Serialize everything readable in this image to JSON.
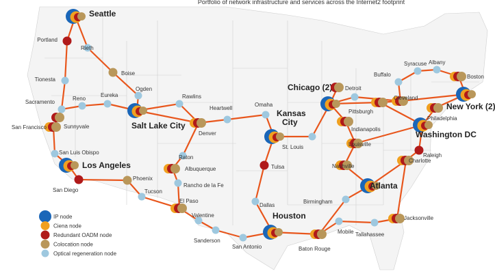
{
  "title": "Portfolio of network infrastructure and services across the Internet2 footprint",
  "colors": {
    "route": "#e8561c",
    "ip": "#1a66b8",
    "ciena": "#f0a020",
    "oadm": "#b01a1a",
    "colo": "#b9975a",
    "regen": "#9ec8df"
  },
  "legend": [
    {
      "type": "ip",
      "label": "IP node"
    },
    {
      "type": "ciena",
      "label": "Ciena node"
    },
    {
      "type": "oadm",
      "label": "Redundant OADM node"
    },
    {
      "type": "colo",
      "label": "Colocation node"
    },
    {
      "type": "regen",
      "label": "Optical regeneration node"
    }
  ],
  "cities": [
    {
      "id": "seattle",
      "name": "Seattle",
      "big": true,
      "types": [
        "ip",
        "ciena",
        "oadm",
        "colo"
      ]
    },
    {
      "id": "portland",
      "name": "Portland",
      "types": [
        "oadm"
      ]
    },
    {
      "id": "rieth",
      "name": "Rieth",
      "types": [
        "regen"
      ]
    },
    {
      "id": "boise",
      "name": "Boise",
      "types": [
        "colo"
      ]
    },
    {
      "id": "tionesta",
      "name": "Tionesta",
      "types": [
        "regen"
      ]
    },
    {
      "id": "reno",
      "name": "Reno",
      "types": [
        "regen"
      ]
    },
    {
      "id": "eureka",
      "name": "Eureka",
      "types": [
        "regen"
      ]
    },
    {
      "id": "ogden",
      "name": "Ogden",
      "types": [
        "regen"
      ]
    },
    {
      "id": "sacramento",
      "name": "Sacramento",
      "types": [
        "regen"
      ]
    },
    {
      "id": "sanfrancisco",
      "name": "San Francisco",
      "types": [
        "ciena",
        "oadm",
        "colo"
      ]
    },
    {
      "id": "sunnyvale",
      "name": "Sunnyvale",
      "types": [
        "oadm",
        "colo"
      ]
    },
    {
      "id": "saltlake",
      "name": "Salt Lake City",
      "big": true,
      "types": [
        "ip",
        "ciena",
        "oadm",
        "colo"
      ]
    },
    {
      "id": "rawlins",
      "name": "Rawlins",
      "types": [
        "regen"
      ]
    },
    {
      "id": "heartwell",
      "name": "Heartwell",
      "types": [
        "regen"
      ]
    },
    {
      "id": "omaha",
      "name": "Omaha",
      "types": [
        "regen"
      ]
    },
    {
      "id": "denver",
      "name": "Denver",
      "types": [
        "ciena",
        "oadm",
        "colo"
      ]
    },
    {
      "id": "kansascity",
      "name": "Kansas City",
      "big": true,
      "types": [
        "ip",
        "ciena",
        "oadm",
        "colo"
      ]
    },
    {
      "id": "sanluisobispo",
      "name": "San Luis Obispo",
      "types": [
        "regen"
      ]
    },
    {
      "id": "losangeles",
      "name": "Los Angeles",
      "big": true,
      "types": [
        "ip",
        "ciena",
        "oadm",
        "colo"
      ]
    },
    {
      "id": "sandiego",
      "name": "San Diego",
      "types": [
        "oadm"
      ]
    },
    {
      "id": "phoenix",
      "name": "Phoenix",
      "types": [
        "colo"
      ]
    },
    {
      "id": "tucson",
      "name": "Tucson",
      "types": [
        "regen"
      ]
    },
    {
      "id": "raton",
      "name": "Raton",
      "types": [
        "regen"
      ]
    },
    {
      "id": "albuquerque",
      "name": "Albuquerque",
      "types": [
        "ciena",
        "oadm",
        "colo"
      ]
    },
    {
      "id": "ranchodelafe",
      "name": "Rancho de la Fe",
      "types": [
        "regen"
      ]
    },
    {
      "id": "elpaso",
      "name": "El Paso",
      "types": [
        "ciena",
        "oadm",
        "colo"
      ]
    },
    {
      "id": "valentine",
      "name": "Valentine",
      "types": [
        "regen"
      ]
    },
    {
      "id": "sanderson",
      "name": "Sanderson",
      "types": [
        "regen"
      ]
    },
    {
      "id": "sanantonio",
      "name": "San Antonio",
      "types": [
        "regen"
      ]
    },
    {
      "id": "tulsa",
      "name": "Tulsa",
      "types": [
        "oadm"
      ]
    },
    {
      "id": "dallas",
      "name": "Dallas",
      "types": [
        "regen"
      ]
    },
    {
      "id": "houston",
      "name": "Houston",
      "big": true,
      "types": [
        "ip",
        "ciena",
        "oadm",
        "colo"
      ]
    },
    {
      "id": "batonrouge",
      "name": "Baton Rouge",
      "types": [
        "ciena",
        "oadm",
        "colo"
      ]
    },
    {
      "id": "mobile",
      "name": "Mobile",
      "types": [
        "regen"
      ]
    },
    {
      "id": "tallahassee",
      "name": "Tallahassee",
      "types": [
        "regen"
      ]
    },
    {
      "id": "jacksonville",
      "name": "Jacksonville",
      "types": [
        "ciena",
        "oadm",
        "colo"
      ]
    },
    {
      "id": "stlouis",
      "name": "St. Louis",
      "types": [
        "regen"
      ]
    },
    {
      "id": "chicago",
      "name": "Chicago (2)",
      "big": true,
      "types": [
        "ip",
        "ciena",
        "oadm",
        "colo"
      ]
    },
    {
      "id": "chicago2",
      "name": "",
      "types": [
        "oadm",
        "colo"
      ]
    },
    {
      "id": "detroit",
      "name": "Detroit",
      "types": [
        "regen"
      ]
    },
    {
      "id": "indianapolis",
      "name": "Indianapolis",
      "types": [
        "ciena",
        "oadm",
        "colo"
      ]
    },
    {
      "id": "louisville",
      "name": "Louisville",
      "types": [
        "ciena",
        "oadm",
        "colo"
      ]
    },
    {
      "id": "nashville",
      "name": "Nashville",
      "types": [
        "ciena",
        "oadm",
        "colo"
      ]
    },
    {
      "id": "birmingham",
      "name": "Birmingham",
      "types": [
        "regen"
      ]
    },
    {
      "id": "atlanta",
      "name": "Atlanta",
      "big": true,
      "types": [
        "ip",
        "ciena",
        "oadm",
        "colo"
      ]
    },
    {
      "id": "pittsburgh",
      "name": "Pittsburgh",
      "types": [
        "ciena",
        "oadm",
        "colo"
      ]
    },
    {
      "id": "cleveland",
      "name": "Cleveland",
      "types": [
        "ciena",
        "oadm",
        "colo"
      ]
    },
    {
      "id": "buffalo",
      "name": "Buffalo",
      "types": [
        "regen"
      ]
    },
    {
      "id": "syracuse",
      "name": "Syracuse",
      "types": [
        "regen"
      ]
    },
    {
      "id": "albany",
      "name": "Albany",
      "types": [
        "regen"
      ]
    },
    {
      "id": "boston",
      "name": "Boston",
      "types": [
        "ciena",
        "oadm",
        "colo"
      ]
    },
    {
      "id": "newyork",
      "name": "New York (2)",
      "big": true,
      "types": [
        "ip",
        "ciena",
        "oadm",
        "colo"
      ]
    },
    {
      "id": "philadelphia",
      "name": "Philadelphia",
      "types": [
        "ciena",
        "oadm",
        "colo"
      ]
    },
    {
      "id": "washingtondc",
      "name": "Washington DC",
      "big": true,
      "types": [
        "ip",
        "ciena",
        "oadm",
        "colo"
      ]
    },
    {
      "id": "raleigh",
      "name": "Raleigh",
      "types": [
        "oadm"
      ]
    },
    {
      "id": "charlotte",
      "name": "Charlotte",
      "types": [
        "ciena",
        "oadm",
        "colo"
      ]
    }
  ],
  "links": [
    [
      "seattle",
      "portland"
    ],
    [
      "seattle",
      "rieth"
    ],
    [
      "rieth",
      "boise"
    ],
    [
      "boise",
      "ogden"
    ],
    [
      "ogden",
      "saltlake"
    ],
    [
      "portland",
      "tionesta"
    ],
    [
      "tionesta",
      "sacramento"
    ],
    [
      "sacramento",
      "sanfrancisco"
    ],
    [
      "sacramento",
      "reno"
    ],
    [
      "reno",
      "eureka"
    ],
    [
      "eureka",
      "saltlake"
    ],
    [
      "sanfrancisco",
      "sunnyvale"
    ],
    [
      "sunnyvale",
      "sacramento"
    ],
    [
      "sanfrancisco",
      "sanluisobispo"
    ],
    [
      "sanluisobispo",
      "losangeles"
    ],
    [
      "losangeles",
      "sandiego"
    ],
    [
      "sandiego",
      "phoenix"
    ],
    [
      "phoenix",
      "tucson"
    ],
    [
      "tucson",
      "elpaso"
    ],
    [
      "saltlake",
      "rawlins"
    ],
    [
      "rawlins",
      "denver"
    ],
    [
      "saltlake",
      "denver"
    ],
    [
      "denver",
      "heartwell"
    ],
    [
      "heartwell",
      "omaha"
    ],
    [
      "omaha",
      "kansascity"
    ],
    [
      "denver",
      "raton"
    ],
    [
      "raton",
      "albuquerque"
    ],
    [
      "albuquerque",
      "ranchodelafe"
    ],
    [
      "ranchodelafe",
      "elpaso"
    ],
    [
      "elpaso",
      "valentine"
    ],
    [
      "valentine",
      "sanderson"
    ],
    [
      "sanderson",
      "sanantonio"
    ],
    [
      "sanantonio",
      "houston"
    ],
    [
      "kansascity",
      "tulsa"
    ],
    [
      "tulsa",
      "dallas"
    ],
    [
      "dallas",
      "houston"
    ],
    [
      "kansascity",
      "stlouis"
    ],
    [
      "stlouis",
      "chicago"
    ],
    [
      "houston",
      "batonrouge"
    ],
    [
      "batonrouge",
      "mobile"
    ],
    [
      "mobile",
      "tallahassee"
    ],
    [
      "tallahassee",
      "jacksonville"
    ],
    [
      "jacksonville",
      "charlotte"
    ],
    [
      "charlotte",
      "raleigh"
    ],
    [
      "raleigh",
      "washingtondc"
    ],
    [
      "charlotte",
      "atlanta"
    ],
    [
      "atlanta",
      "birmingham"
    ],
    [
      "birmingham",
      "batonrouge"
    ],
    [
      "atlanta",
      "nashville"
    ],
    [
      "nashville",
      "louisville"
    ],
    [
      "louisville",
      "indianapolis"
    ],
    [
      "indianapolis",
      "chicago"
    ],
    [
      "louisville",
      "washingtondc"
    ],
    [
      "chicago",
      "chicago2"
    ],
    [
      "chicago",
      "detroit"
    ],
    [
      "detroit",
      "cleveland"
    ],
    [
      "chicago",
      "pittsburgh"
    ],
    [
      "pittsburgh",
      "cleveland"
    ],
    [
      "cleveland",
      "buffalo"
    ],
    [
      "buffalo",
      "syracuse"
    ],
    [
      "syracuse",
      "albany"
    ],
    [
      "albany",
      "boston"
    ],
    [
      "boston",
      "newyork"
    ],
    [
      "newyork",
      "philadelphia"
    ],
    [
      "philadelphia",
      "washingtondc"
    ],
    [
      "pittsburgh",
      "washingtondc"
    ],
    [
      "cleveland",
      "newyork"
    ]
  ]
}
